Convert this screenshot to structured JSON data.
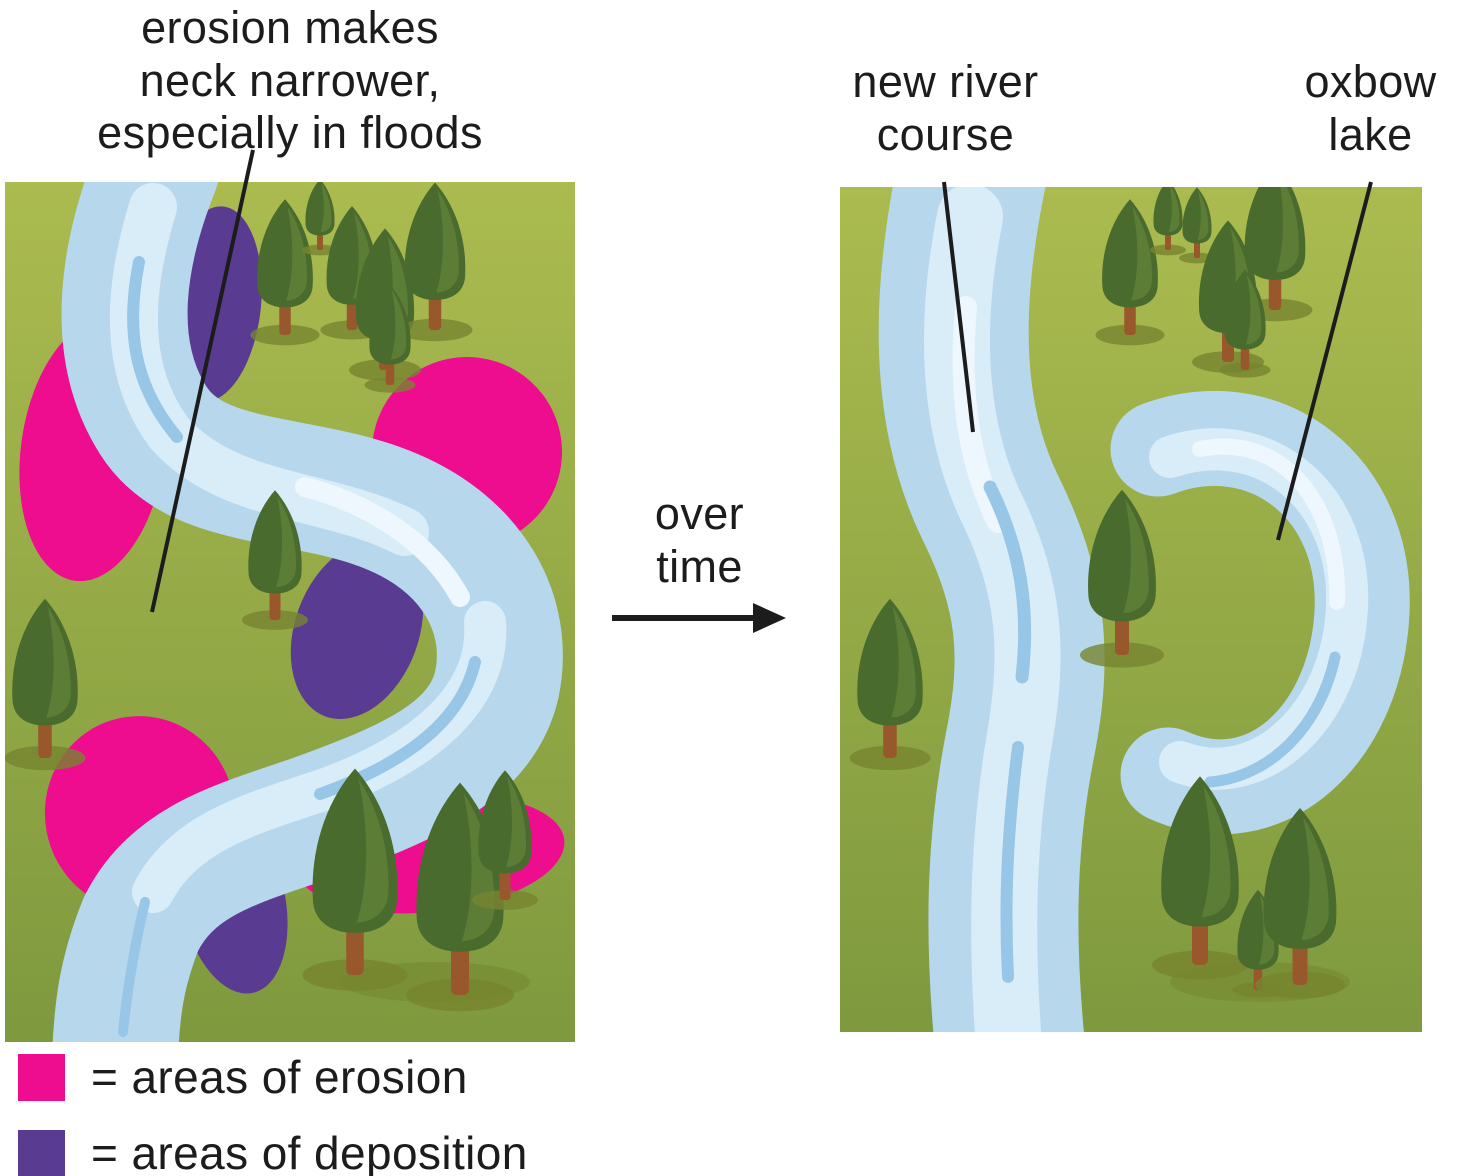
{
  "labels": {
    "erosion_note": {
      "line1": "erosion makes",
      "line2": "neck narrower,",
      "line3": "especially in floods"
    },
    "new_river_course": {
      "line1": "new river",
      "line2": "course"
    },
    "oxbow_lake": {
      "line1": "oxbow",
      "line2": "lake"
    },
    "over_time": {
      "line1": "over",
      "line2": "time"
    }
  },
  "legend": {
    "items": [
      {
        "label": "= areas of erosion",
        "swatch_color": "#ee0d8e"
      },
      {
        "label": "= areas of deposition",
        "swatch_color": "#5a3b92"
      }
    ]
  },
  "colors": {
    "erosion_pink": "#ee0d8e",
    "deposition_purple": "#5a3b92",
    "river_blue": "#b7d8ec",
    "river_highlight": "#d9edf9",
    "river_bright": "#eef7fd",
    "river_streak_dark": "#98c6e6",
    "grass_top": "#abbb4f",
    "grass_bottom": "#7e993e",
    "tree_foliage": "#4a6b2e",
    "tree_foliage_light": "#5d7f37",
    "tree_trunk": "#99582c",
    "annotation": "#1c1c1c"
  }
}
